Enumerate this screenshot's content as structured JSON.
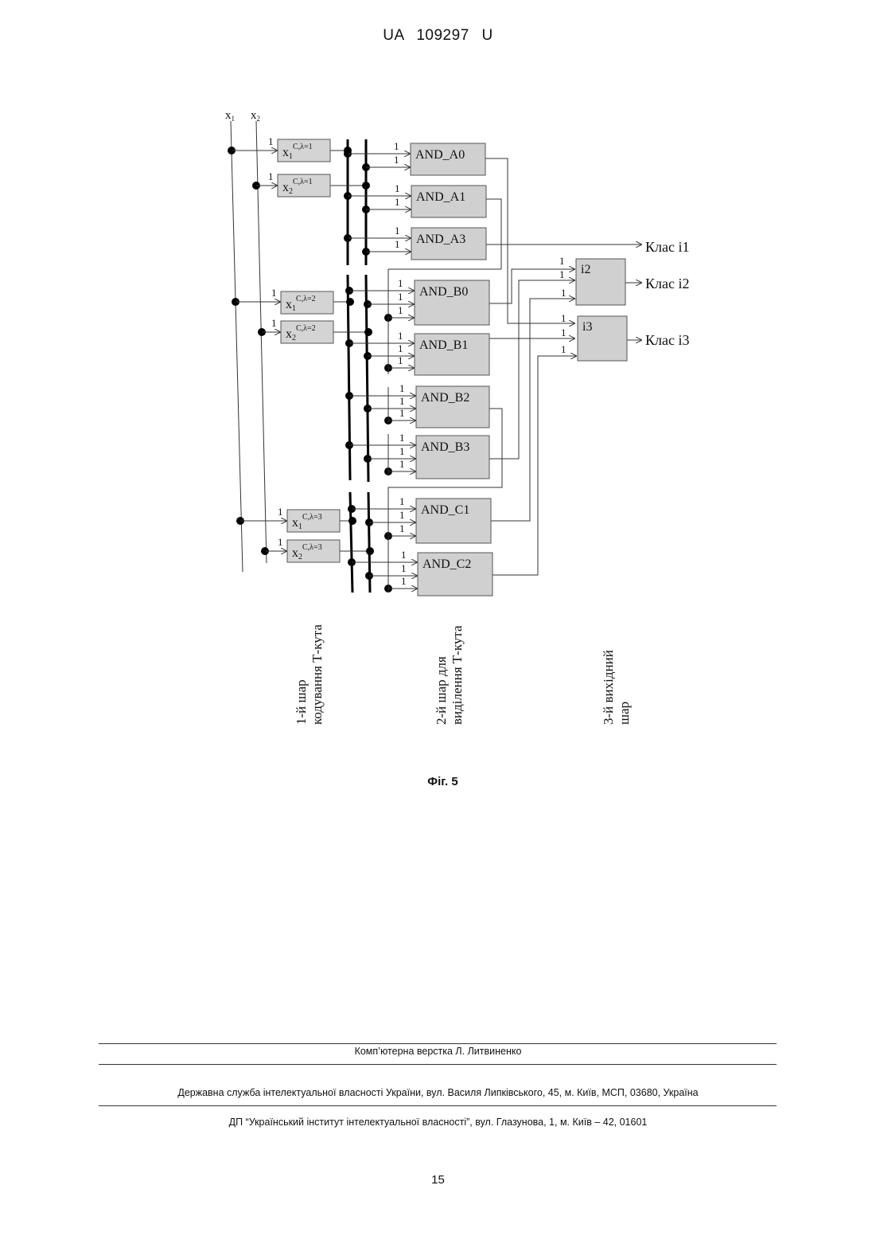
{
  "header": {
    "code": "UA 109297 U"
  },
  "figure": {
    "caption": "Фіг. 5",
    "inputs": [
      "x",
      "x"
    ],
    "input_subscripts": [
      "1",
      "2"
    ],
    "encoders": [
      {
        "base": "x",
        "sub": "1",
        "sup": "C,λ=1"
      },
      {
        "base": "x",
        "sub": "2",
        "sup": "C,λ=1"
      },
      {
        "base": "x",
        "sub": "1",
        "sup": "C,λ=2"
      },
      {
        "base": "x",
        "sub": "2",
        "sup": "C,λ=2"
      },
      {
        "base": "x",
        "sub": "1",
        "sup": "C,λ=3"
      },
      {
        "base": "x",
        "sub": "2",
        "sup": "C,λ=3"
      }
    ],
    "gates": [
      "AND_A0",
      "AND_A1",
      "AND_A3",
      "AND_B0",
      "AND_B1",
      "AND_B2",
      "AND_B3",
      "AND_C1",
      "AND_C2"
    ],
    "output_nodes": [
      "i2",
      "i3"
    ],
    "class_labels": [
      "Клас i1",
      "Клас i2",
      "Клас i3"
    ],
    "weight_label": "1",
    "layer_labels": [
      [
        "1-й шар",
        "кодування Т-кута"
      ],
      [
        "2-й шар для",
        "виділення Т-кута"
      ],
      [
        "3-й вихідний",
        "шар"
      ]
    ]
  },
  "footer": {
    "typesetter": "Комп’ютерна верстка Л. Литвиненко",
    "agency": "Державна служба інтелектуальної власності України, вул. Василя Липківського, 45, м. Київ, МСП, 03680, Україна",
    "institute": "ДП “Український інститут інтелектуальної власності”, вул. Глазунова, 1, м. Київ – 42, 01601"
  },
  "page_number": "15"
}
